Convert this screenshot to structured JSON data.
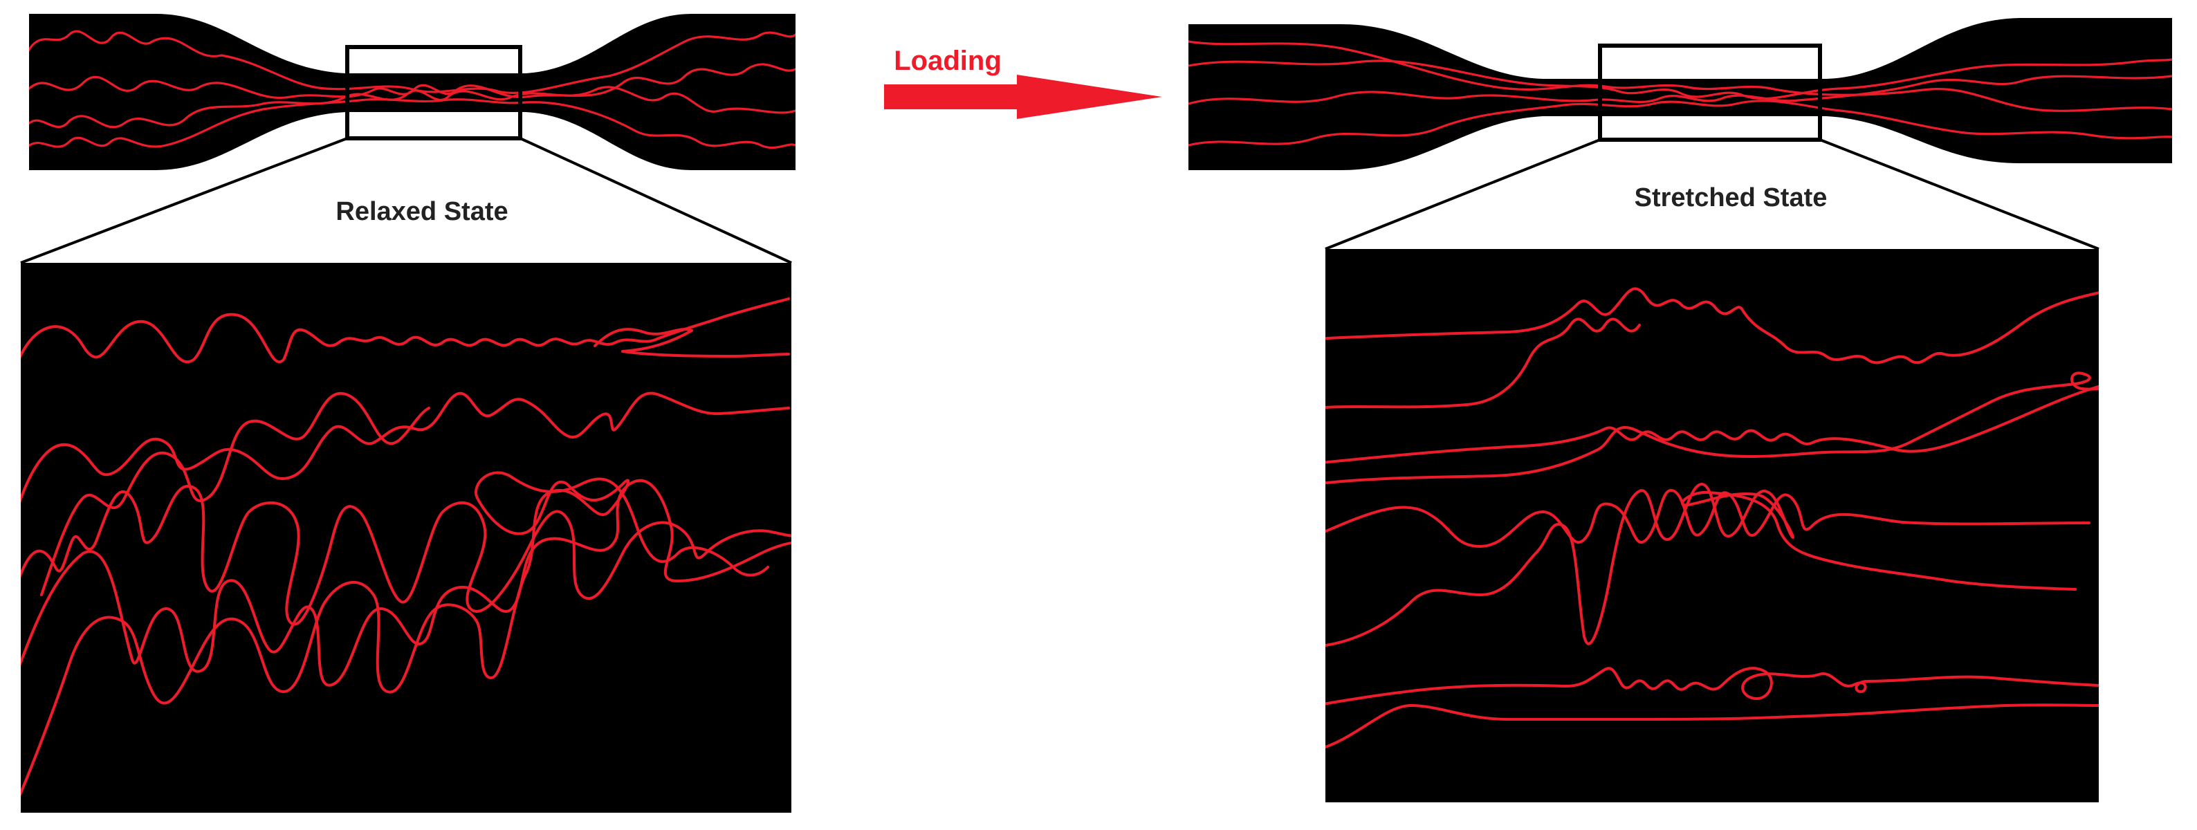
{
  "labels": {
    "loading": "Loading",
    "relaxed_state": "Relaxed State",
    "stretched_state": "Stretched State"
  },
  "colors": {
    "fiber": "#ee1c2a",
    "specimen": "#000000",
    "arrow": "#ee1c2a",
    "background": "#ffffff"
  }
}
